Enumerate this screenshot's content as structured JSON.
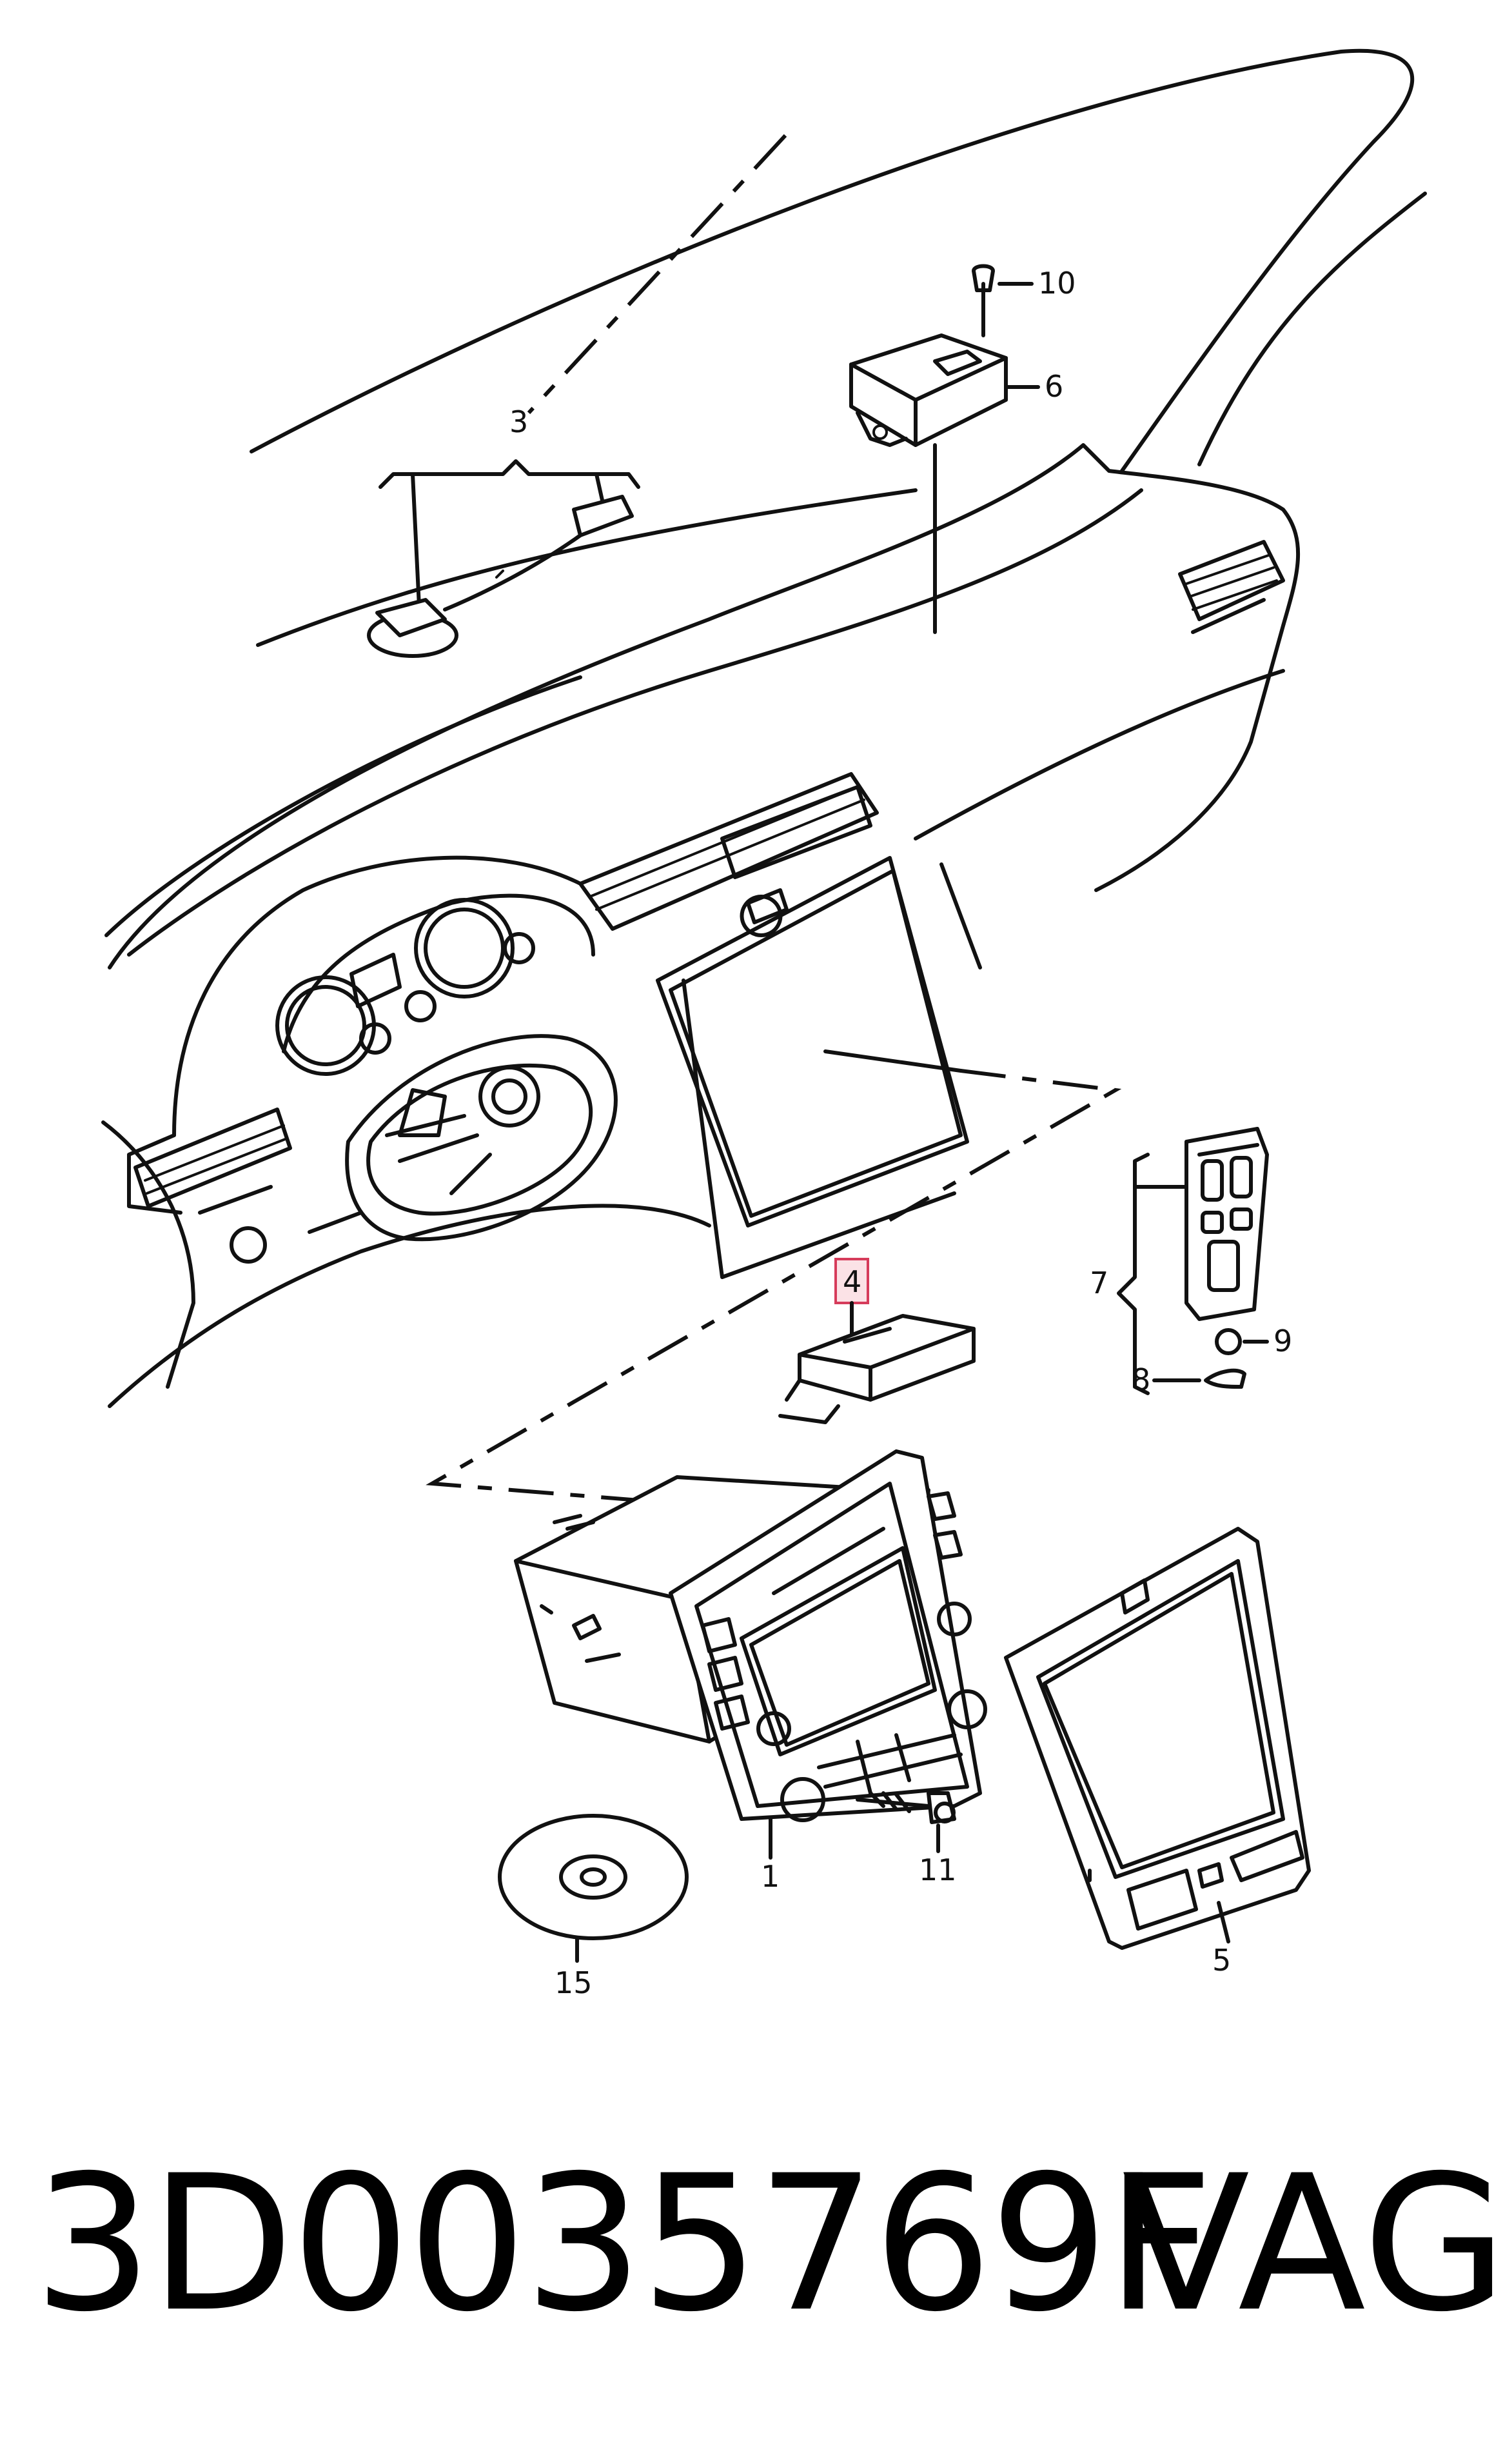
{
  "callouts": {
    "c1": "1",
    "c3": "3",
    "c4": "4",
    "c5": "5",
    "c6": "6",
    "c7": "7",
    "c8": "8",
    "c9": "9",
    "c10": "10",
    "c11": "11",
    "c15": "15"
  },
  "footer": {
    "part_number": "3D0035769F",
    "brand": "VAG"
  },
  "colors": {
    "highlight_fill": "#fbe2e6",
    "highlight_stroke": "#d63c5b",
    "line": "#111111"
  }
}
